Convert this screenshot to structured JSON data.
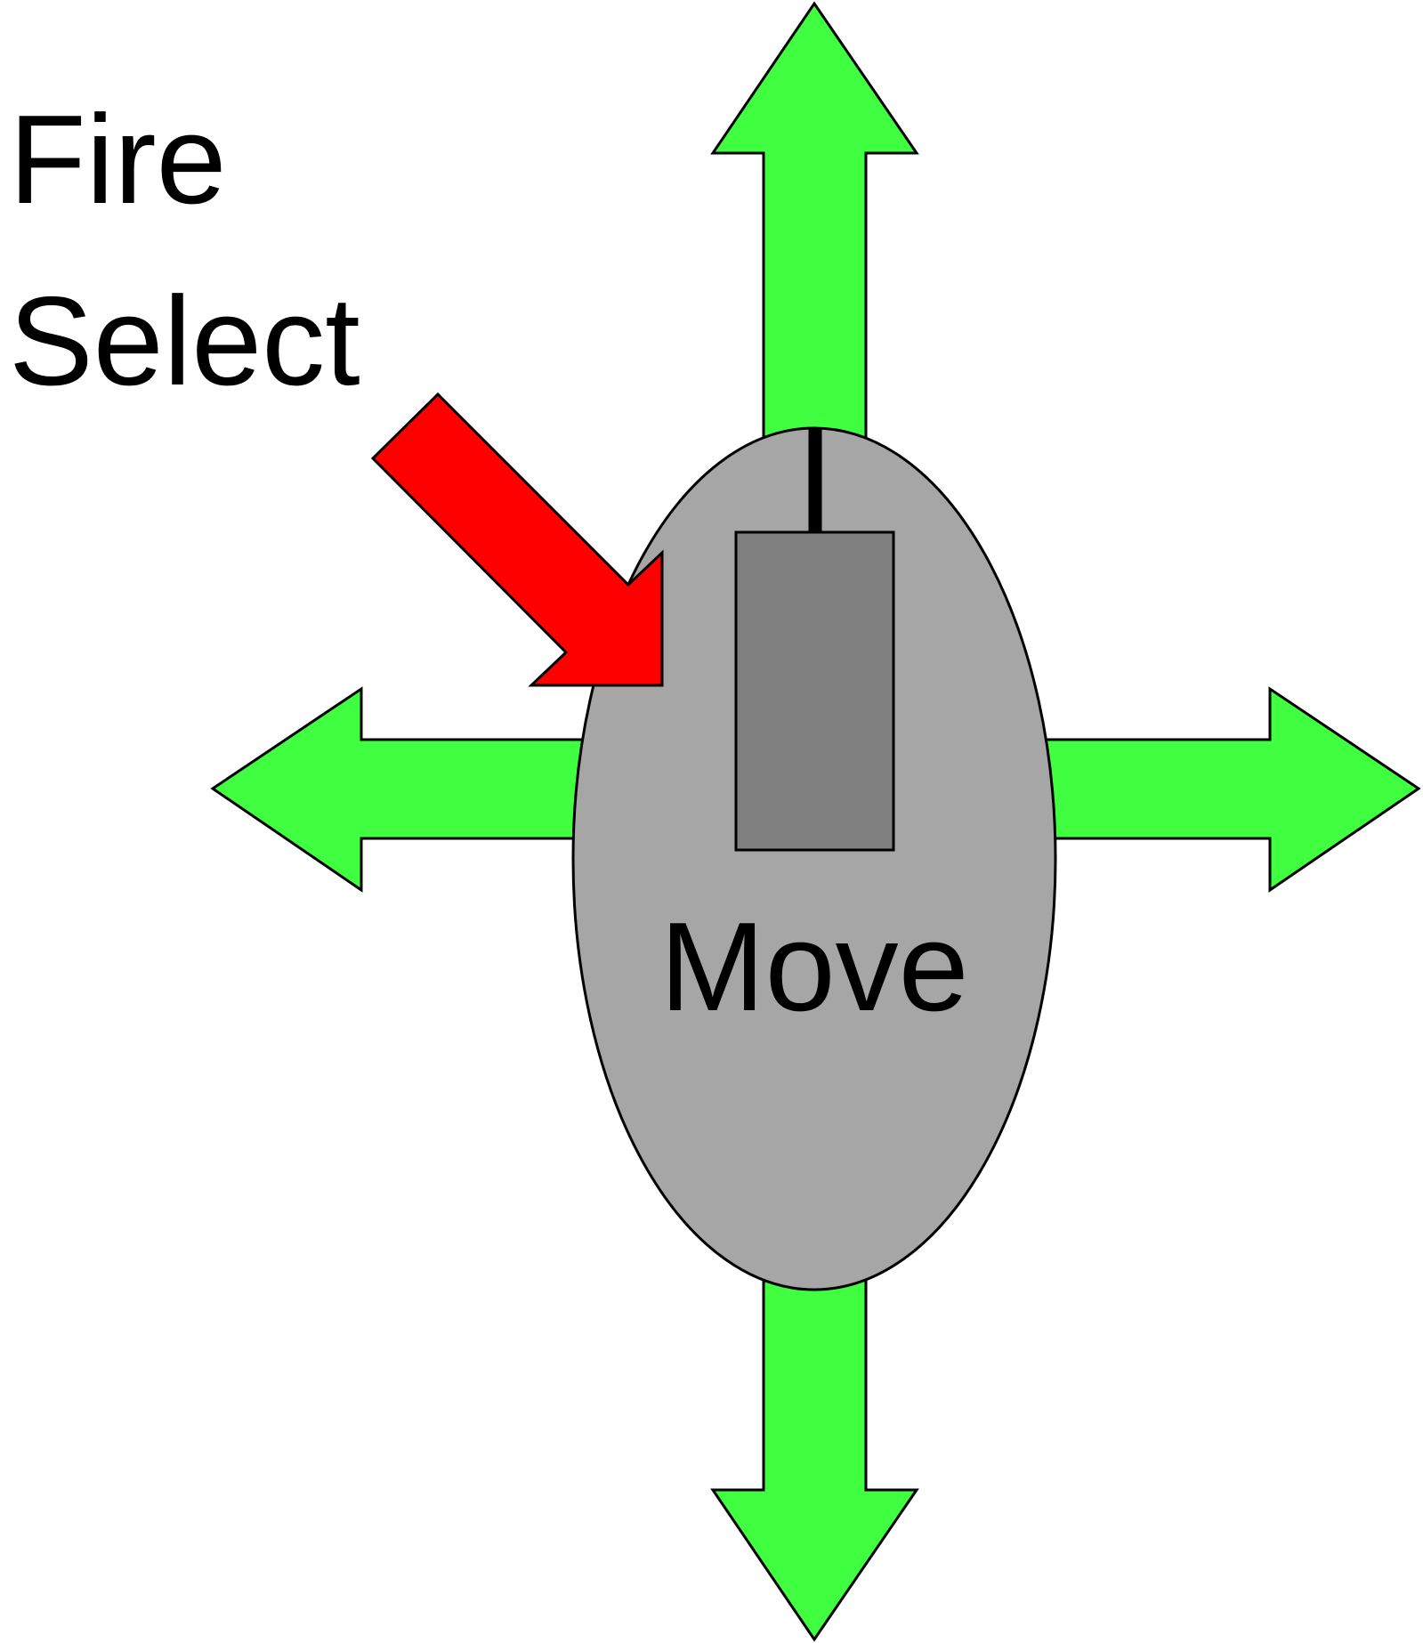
{
  "labels": {
    "fire": "Fire",
    "select": "Select",
    "move": "Move"
  },
  "icons": {
    "mouse": "mouse-icon",
    "press_arrow": "arrow-down-right-icon",
    "move_arrows": [
      "arrow-up-icon",
      "arrow-down-icon",
      "arrow-left-icon",
      "arrow-right-icon"
    ]
  },
  "colors": {
    "background": "#ffffff",
    "move_arrow": "#40ff40",
    "press_arrow": "#ff0000",
    "mouse_body": "#a6a6a6",
    "mouse_button": "#808080",
    "outline": "#000000"
  }
}
